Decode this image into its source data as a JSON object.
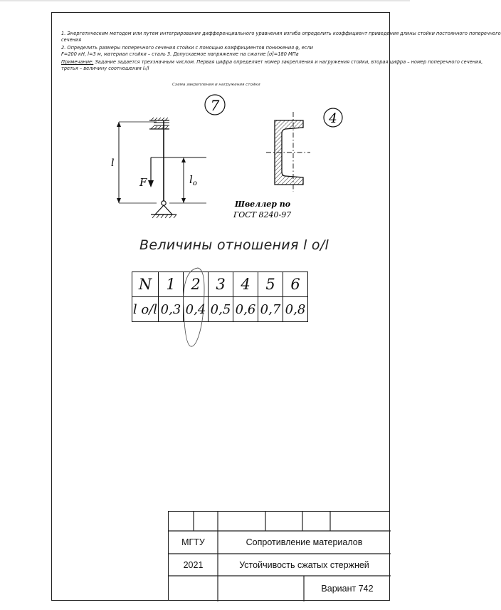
{
  "task": {
    "line1": "1. Энергетическим методом или путем интегрирования дифференциального уравнения изгиба определить коэффициент приведения длины стойки постоянного поперечного",
    "line2": "сечения",
    "line3": "2. Определить размеры поперечного сечения стойки с помощью коэффициентов понижения φ, если",
    "line4": "F=200 кН, l=3 м, материал стойки – сталь 3. Допускаемое напряжение на сжатие [σ]=180 МПа",
    "note_label": "Примечание:",
    "line5": " Задание задается трехзначным числом. Первая цифра определяет номер закрепления и нагружения стойки, вторая цифра – номер поперечного сечения,",
    "line6": "третья – величину соотношения l₀/l"
  },
  "scheme": {
    "caption": "Схема закрепления и нагружения стойки",
    "number": "7",
    "label_l": "l",
    "label_l0": "l",
    "label_l0_sub": "o",
    "label_F": "F"
  },
  "section": {
    "number": "4",
    "label_line1": "Швеллер по",
    "label_line2": "ГОСТ 8240-97"
  },
  "ratio_title": "Величины отношения l o/l",
  "ratio_table": {
    "header_label": "N",
    "numbers": [
      "1",
      "2",
      "3",
      "4",
      "5",
      "6"
    ],
    "row_label": "l o/l",
    "values": [
      "0,3",
      "0,4",
      "0,5",
      "0,6",
      "0,7",
      "0,8"
    ],
    "highlighted_index": 1
  },
  "stamp": {
    "org": "МГТУ",
    "subject": "Сопротивление материалов",
    "year": "2021",
    "topic": "Устойчивость сжатых стержней",
    "variant": "Вариант 742"
  }
}
